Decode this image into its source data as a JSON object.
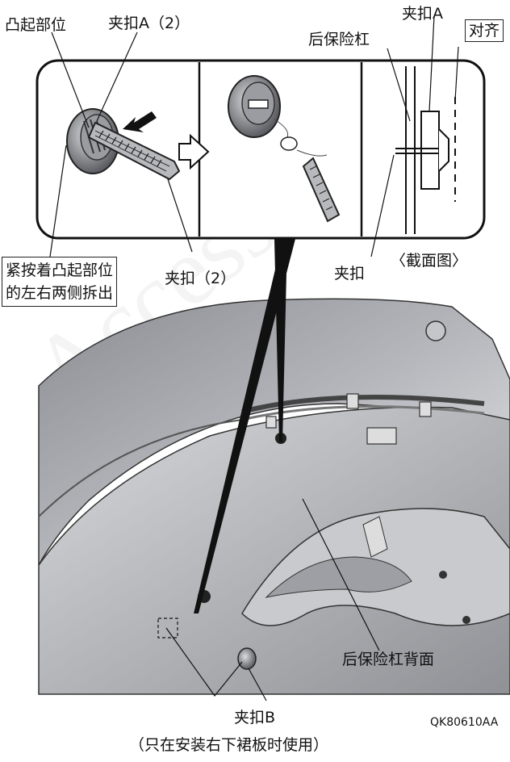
{
  "labels": {
    "raised_part": "凸起部位",
    "clip_a_2": "夹扣A（2）",
    "clip_a": "夹扣A",
    "rear_bumper": "后保险杠",
    "align": "对齐",
    "press_note_line1": "紧按着凸起部位",
    "press_note_line2": "的左右两侧拆出",
    "clip_2": "夹扣（2）",
    "clip": "夹扣",
    "cross_section": "〈截面图〉",
    "bumper_back": "后保险杠背面",
    "clip_b": "夹扣B",
    "clip_b_note": "（只在安装右下裙板时使用）",
    "figure_code": "QK80610AA"
  },
  "watermark": "Access"
}
